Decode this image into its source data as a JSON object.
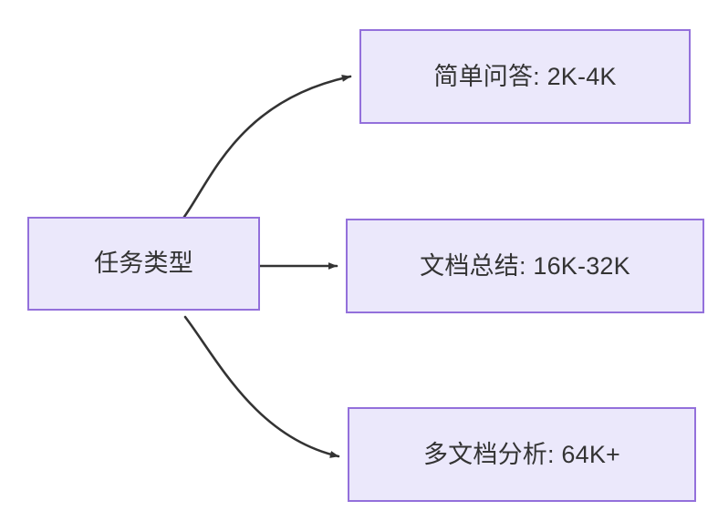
{
  "diagram": {
    "type": "flowchart",
    "direction": "left-to-right",
    "background_color": "#FFFFFF",
    "node_fill_color": "#EBE8FB",
    "node_border_color": "#9370DB",
    "node_text_color": "#333333",
    "edge_color": "#333333",
    "nodes": [
      {
        "id": "root",
        "label": "任务类型"
      },
      {
        "id": "simple",
        "label": "简单问答: 2K-4K"
      },
      {
        "id": "doc",
        "label": "文档总结: 16K-32K"
      },
      {
        "id": "multi",
        "label": "多文档分析: 64K+"
      }
    ],
    "edges": [
      {
        "from": "root",
        "to": "simple",
        "label": "",
        "style": "curved-arrow"
      },
      {
        "from": "root",
        "to": "doc",
        "label": "",
        "style": "straight-arrow"
      },
      {
        "from": "root",
        "to": "multi",
        "label": "",
        "style": "curved-arrow"
      }
    ]
  }
}
